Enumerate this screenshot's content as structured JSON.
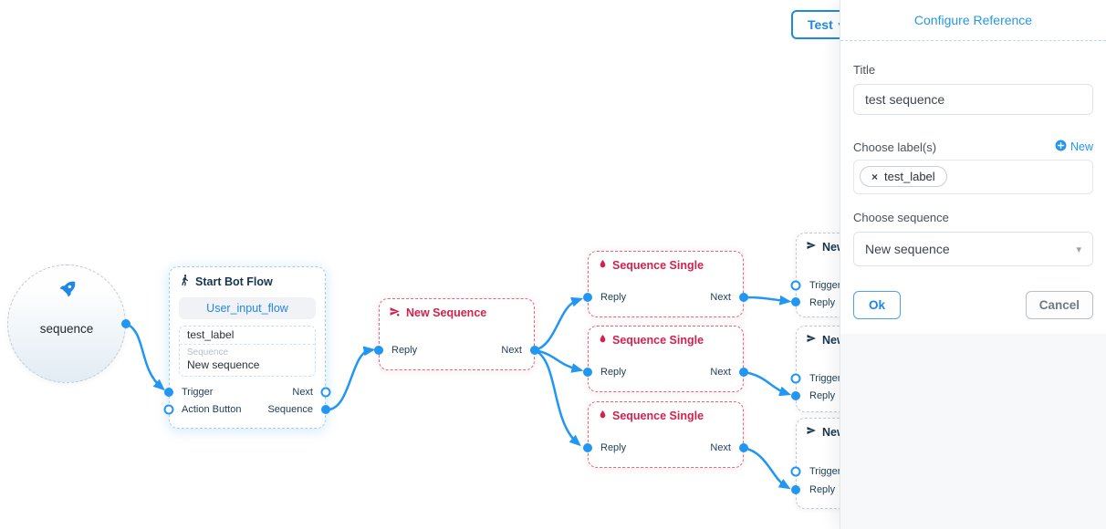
{
  "colors": {
    "accent_blue": "#1e88e5",
    "edge_blue": "#2196f3",
    "crimson": "#d2234e",
    "navy": "#17344f"
  },
  "icons": {
    "caret_down": "▾",
    "remove_glyph": "×"
  },
  "toolbar": {
    "test_button": "Test"
  },
  "panel": {
    "header": "Configure Reference",
    "title_label": "Title",
    "title_value": "test sequence",
    "labels_label": "Choose label(s)",
    "new_link": "New",
    "tag": "test_label",
    "sequence_label": "Choose sequence",
    "sequence_value": "New sequence",
    "ok": "Ok",
    "cancel": "Cancel"
  },
  "canvas": {
    "circle_node": {
      "label": "sequence"
    },
    "start_node": {
      "title": "Start Bot Flow",
      "chip": "User_input_flow",
      "label_value": "test_label",
      "sequence_caption": "Sequence",
      "sequence_value": "New sequence",
      "port_trigger": "Trigger",
      "port_next": "Next",
      "port_action": "Action Button",
      "port_sequence": "Sequence"
    },
    "new_sequence_node": {
      "title": "New Sequence",
      "port_reply": "Reply",
      "port_next": "Next"
    },
    "single_nodes": [
      {
        "title": "Sequence Single",
        "port_reply": "Reply",
        "port_next": "Next"
      },
      {
        "title": "Sequence Single",
        "port_reply": "Reply",
        "port_next": "Next"
      },
      {
        "title": "Sequence Single",
        "port_reply": "Reply",
        "port_next": "Next"
      }
    ],
    "right_nodes": [
      {
        "title": "New",
        "port_trigger": "Trigger",
        "port_reply": "Reply"
      },
      {
        "title": "New",
        "port_trigger": "Trigger",
        "port_reply": "Reply"
      },
      {
        "title": "New",
        "port_trigger": "Trigger",
        "port_reply": "Reply"
      }
    ]
  }
}
